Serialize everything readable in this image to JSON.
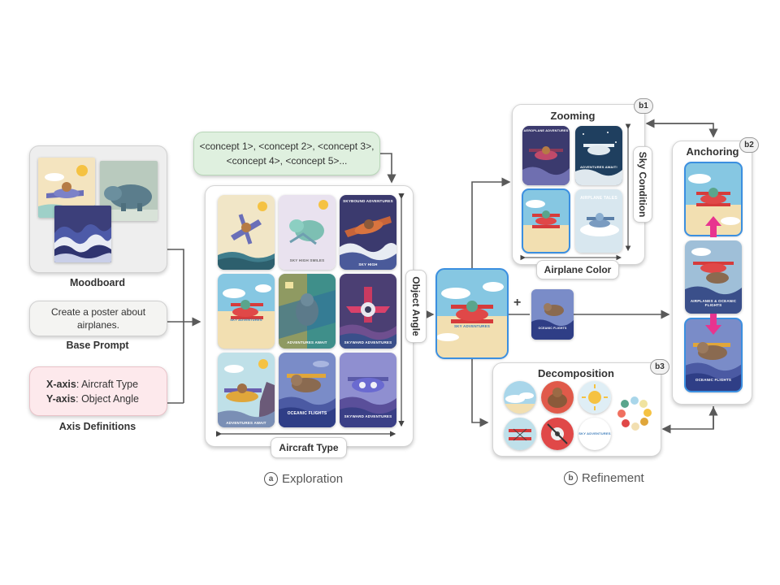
{
  "moodboard": {
    "label": "Moodboard"
  },
  "base_prompt": {
    "text": "Create a poster about airplanes.",
    "label": "Base Prompt"
  },
  "axis_defs": {
    "x_key": "X-axis",
    "x_value": ": Aircraft Type",
    "y_key": "Y-axis",
    "y_value": ": Object Angle",
    "label": "Axis Definitions"
  },
  "concepts": {
    "line1": "<concept 1>, <concept 2>, <concept 3>,",
    "line2": "<concept 4>, <concept 5>..."
  },
  "grid": {
    "y_axis_label": "Object Angle",
    "x_axis_label": "Aircraft Type",
    "card_texts": {
      "r0c1": "SKY HIGH SMILES",
      "r0c2_top": "SKYBOUND ADVENTURES",
      "r0c2_bottom": "SKY HIGH",
      "r1c0": "SKY ADVENTURES",
      "r1c1": "ADVENTURES AWAIT",
      "r1c2": "SKYWARD ADVENTURES",
      "r2c0": "ADVENTURES AWAIT",
      "r2c1": "OCEANIC FLIGHTS",
      "r2c2": "SKYWARD ADVENTURES"
    }
  },
  "zooming": {
    "title": "Zooming",
    "badge": "b1",
    "y_label": "Sky Condition",
    "x_label": "Airplane Color",
    "card_texts": {
      "c0": "AEROPLANE ADVENTURES",
      "c1": "ADVENTURES AWAIT!",
      "c3": "AIRPLANE TALES"
    }
  },
  "anchoring": {
    "title": "Anchoring",
    "badge": "b2",
    "card_texts": {
      "middle": "AIRPLANES & OCEANIC FLIGHTS",
      "bottom": "OCEANIC FLIGHTS"
    }
  },
  "decomposition": {
    "title": "Decomposition",
    "badge": "b3",
    "circle_text": "SKY ADVENTURES"
  },
  "center_card": {
    "text": "SKY ADVENTURES"
  },
  "small_card": {
    "text": "OCEANIC FLIGHTS"
  },
  "plus": "+",
  "sections": {
    "a": {
      "badge": "a",
      "label": "Exploration"
    },
    "b": {
      "badge": "b",
      "label": "Refinement"
    }
  },
  "colors": {
    "arrow": "#5a5a5a",
    "selection": "#3b8fe0",
    "anchor_arrow": "#e8348f",
    "concept_bg": "#dff0df",
    "axis_bg": "#fde9ec"
  }
}
